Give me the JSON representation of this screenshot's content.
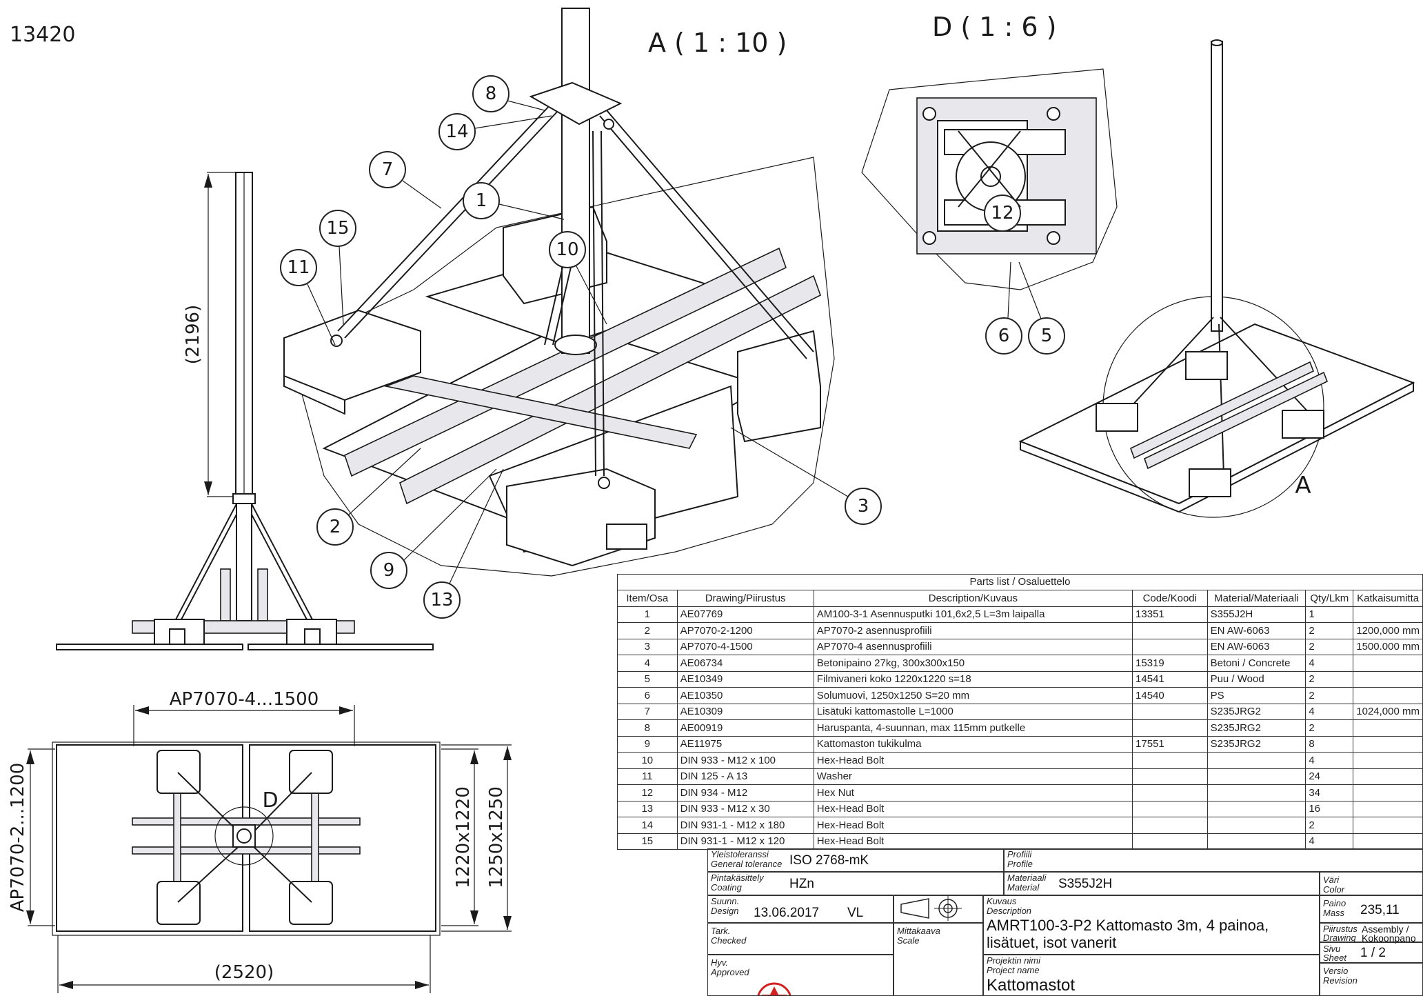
{
  "drawing_number": "13420",
  "views": {
    "view_a_label": "A ( 1 : 10 )",
    "view_d_label": "D ( 1 : 6 )",
    "detail_a_marker": "A",
    "detail_d_marker": "D"
  },
  "balloons": [
    "8",
    "14",
    "7",
    "1",
    "15",
    "11",
    "10",
    "2",
    "9",
    "13",
    "3",
    "12",
    "6",
    "5"
  ],
  "dimensions": {
    "mast_height": "(2196)",
    "profile_width": "AP7070-4...1500",
    "profile_side": "AP7070-2...1200",
    "plywood_size": "1220x1220",
    "mat_size": "1250x1250",
    "overall_width": "(2520)"
  },
  "parts_list": {
    "title": "Parts list / Osaluettelo",
    "columns": [
      "Item/Osa",
      "Drawing/Piirustus",
      "Description/Kuvaus",
      "Code/Koodi",
      "Material/Materiaali",
      "Qty/Lkm",
      "Katkaisumitta"
    ],
    "rows": [
      [
        "1",
        "AE07769",
        "AM100-3-1 Asennusputki 101,6x2,5 L=3m laipalla",
        "13351",
        "S355J2H",
        "1",
        ""
      ],
      [
        "2",
        "AP7070-2-1200",
        "AP7070-2 asennusprofiili",
        "",
        "EN AW-6063",
        "2",
        "1200,000 mm"
      ],
      [
        "3",
        "AP7070-4-1500",
        "AP7070-4 asennusprofiili",
        "",
        "EN AW-6063",
        "2",
        "1500.000 mm"
      ],
      [
        "4",
        "AE06734",
        "Betonipaino 27kg, 300x300x150",
        "15319",
        "Betoni / Concrete",
        "4",
        ""
      ],
      [
        "5",
        "AE10349",
        "Filmivaneri koko 1220x1220 s=18",
        "14541",
        "Puu / Wood",
        "2",
        ""
      ],
      [
        "6",
        "AE10350",
        "Solumuovi, 1250x1250 S=20 mm",
        "14540",
        "PS",
        "2",
        ""
      ],
      [
        "7",
        "AE10309",
        "Lisätuki kattomastolle L=1000",
        "",
        "S235JRG2",
        "4",
        "1024,000 mm"
      ],
      [
        "8",
        "AE00919",
        "Haruspanta, 4-suunnan, max 115mm putkelle",
        "",
        "S235JRG2",
        "2",
        ""
      ],
      [
        "9",
        "AE11975",
        "Kattomaston tukikulma",
        "17551",
        "S235JRG2",
        "8",
        ""
      ],
      [
        "10",
        "DIN 933 - M12  x 100",
        "Hex-Head Bolt",
        "",
        "",
        "4",
        ""
      ],
      [
        "11",
        "DIN 125 - A 13",
        "Washer",
        "",
        "",
        "24",
        ""
      ],
      [
        "12",
        "DIN 934 - M12",
        "Hex Nut",
        "",
        "",
        "34",
        ""
      ],
      [
        "13",
        "DIN 933 - M12  x 30",
        "Hex-Head Bolt",
        "",
        "",
        "16",
        ""
      ],
      [
        "14",
        "DIN 931-1 - M12 x 180",
        "Hex-Head Bolt",
        "",
        "",
        "2",
        ""
      ],
      [
        "15",
        "DIN 931-1 - M12 x 120",
        "Hex-Head Bolt",
        "",
        "",
        "4",
        ""
      ]
    ]
  },
  "title_block": {
    "tolerance_label_fi": "Yleistoleranssi",
    "tolerance_label_en": "General tolerance",
    "tolerance_value": "ISO 2768-mK",
    "profile_label_fi": "Profiili",
    "profile_label_en": "Profile",
    "coating_label_fi": "Pintakäsittely",
    "coating_label_en": "Coating",
    "coating_value": "HZn",
    "material_label_fi": "Materiaali",
    "material_label_en": "Material",
    "material_value": "S355J2H",
    "color_label_fi": "Väri",
    "color_label_en": "Color",
    "design_label_fi": "Suunn.",
    "design_label_en": "Design",
    "design_date": "13.06.2017",
    "design_initials": "VL",
    "description_label_fi": "Kuvaus",
    "description_label_en": "Description",
    "description_value": "AMRT100-3-P2 Kattomasto 3m, 4 painoa, lisätuet, isot vanerit",
    "mass_label_fi": "Paino",
    "mass_label_en": "Mass",
    "mass_value": "235,11",
    "checked_label_fi": "Tark.",
    "checked_label_en": "Checked",
    "scale_label_fi": "Mittakaava",
    "scale_label_en": "Scale",
    "drawing_label_fi": "Piirustus",
    "drawing_label_en": "Drawing",
    "drawing_value_en": "Assembly /",
    "drawing_value_fi": "Kokoonpano",
    "project_label_fi": "Projektin nimi",
    "project_label_en": "Project name",
    "project_value": "Kattomastot",
    "sheet_label_fi": "Sivu",
    "sheet_label_en": "Sheet",
    "sheet_value": "1  /  2",
    "approved_label_fi": "Hyv.",
    "approved_label_en": "Approved",
    "revision_label_fi": "Versio",
    "revision_label_en": "Revision"
  },
  "colors": {
    "line": "#1a1a1a",
    "metal": "#e8e8ec",
    "logo_red": "#d42020"
  }
}
